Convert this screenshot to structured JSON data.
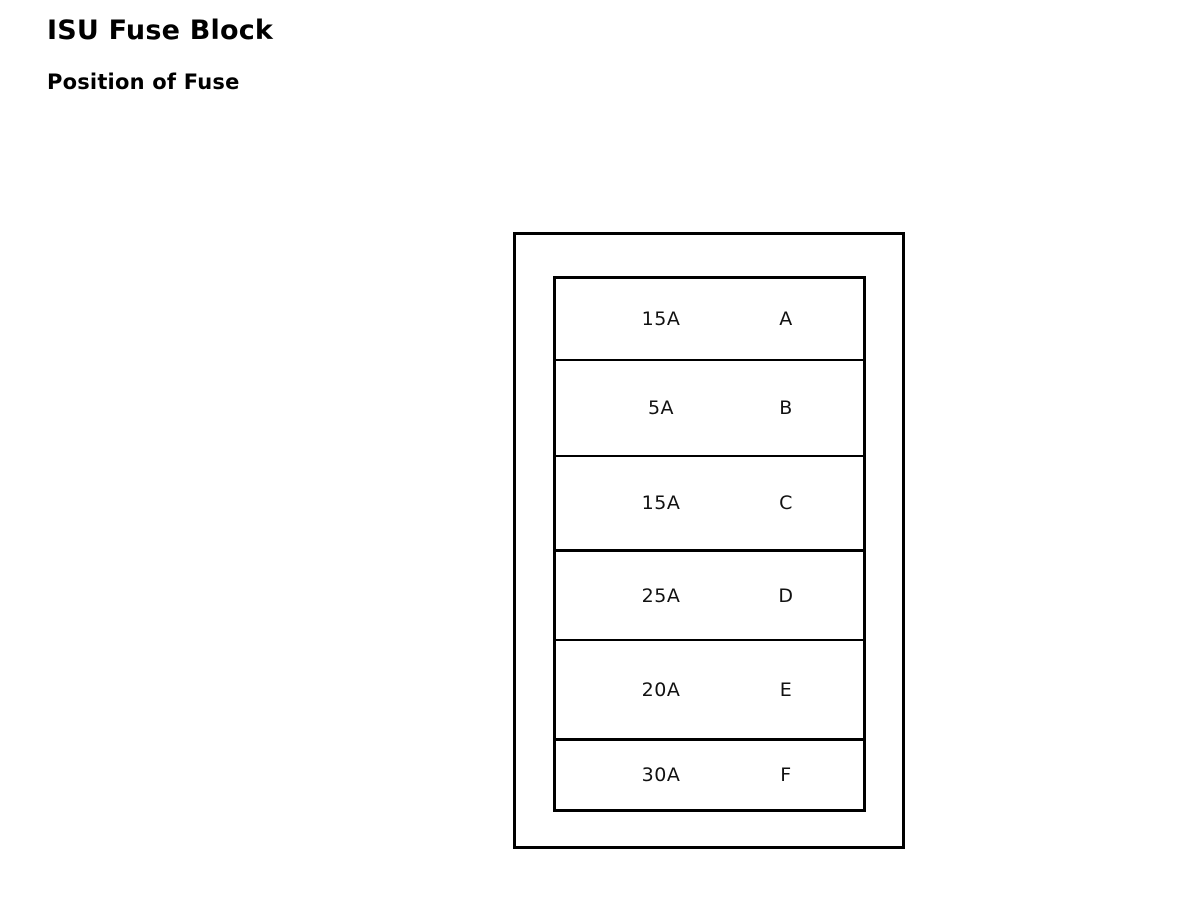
{
  "heading": {
    "title": "ISU Fuse Block",
    "subtitle": "Position of Fuse"
  },
  "diagram": {
    "outer_border_color": "#000000",
    "inner_border_color": "#000000",
    "background_color": "#ffffff",
    "rows": [
      {
        "amperage": "15A",
        "position": "A"
      },
      {
        "amperage": "5A",
        "position": "B"
      },
      {
        "amperage": "15A",
        "position": "C"
      },
      {
        "amperage": "25A",
        "position": "D"
      },
      {
        "amperage": "20A",
        "position": "E"
      },
      {
        "amperage": "30A",
        "position": "F"
      }
    ]
  }
}
